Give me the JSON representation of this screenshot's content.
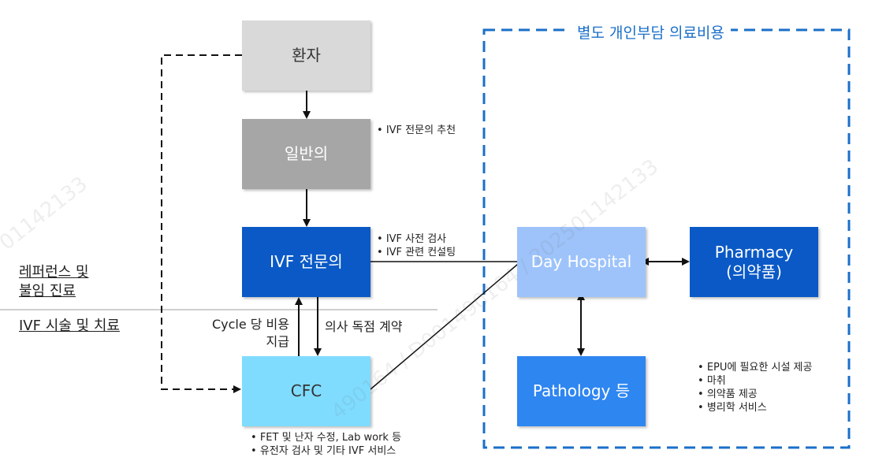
{
  "region": {
    "title": "별도 개인부담 의료비용",
    "color": "#1a6fc9"
  },
  "nodes": {
    "patient": "환자",
    "gp": "일반의",
    "ivf_specialist": "IVF 전문의",
    "cfc": "CFC",
    "day_hospital": "Day Hospital",
    "pharmacy_line1": "Pharmacy",
    "pharmacy_line2": "(의약품)",
    "pathology": "Pathology 등"
  },
  "notes": {
    "gp": [
      "IVF 전문의 추천"
    ],
    "ivf": [
      "IVF 사전 검사",
      "IVF 관련 컨설팅"
    ],
    "cfc": [
      "FET 및 난자 수정, Lab work 등",
      "유전자 검사 및 기타 IVF 서비스"
    ],
    "region": [
      "EPU에 필요한 시설 제공",
      "마취",
      "의약품 제공",
      "병리학 서비스"
    ]
  },
  "edge_labels": {
    "cycle_cost_line1": "Cycle 당 비용",
    "cycle_cost_line2": "지급",
    "exclusive_contract": "의사 독점 계약"
  },
  "side_labels": {
    "referral_line1": "레퍼런스 및",
    "referral_line2": "불임 진료",
    "ivf_treatment": "IVF 시술 및 치료"
  },
  "watermarks": [
    "01142133",
    "490164 / D001490164 / 202501142133"
  ],
  "colors": {
    "patient": "#d9d9d9",
    "gp": "#a6a6a6",
    "ivf": "#0a59c6",
    "cfc": "#7fdcff",
    "day_hospital": "#9dc3fa",
    "pharmacy": "#0a59c6",
    "pathology": "#2e86f0"
  }
}
